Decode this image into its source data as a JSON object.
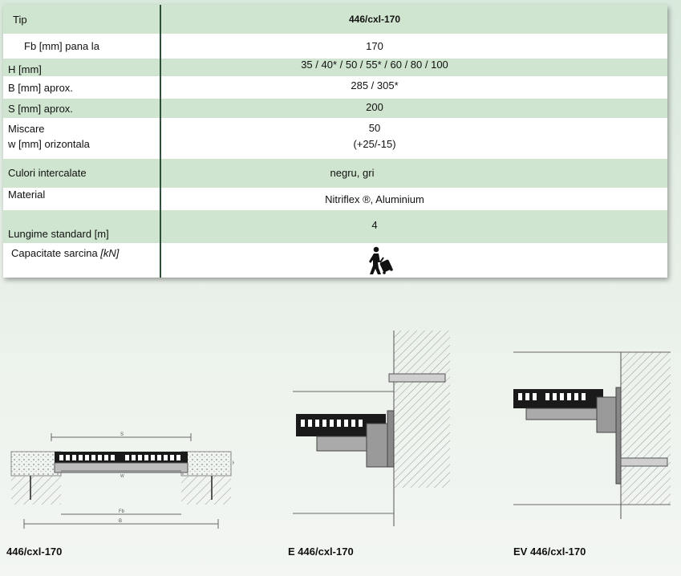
{
  "table": {
    "rows": [
      {
        "label": "Tip",
        "value": "446/cxl-170"
      },
      {
        "label": "Fb [mm] pana la",
        "value": "170"
      },
      {
        "label": "H [mm]",
        "value": "35 / 40* / 50 / 55* / 60 / 80 / 100"
      },
      {
        "label": "B [mm] aprox.",
        "value": "285 / 305*"
      },
      {
        "label": "S [mm] aprox.",
        "value": "200"
      },
      {
        "label_line1": "Miscare",
        "label_line2": "w [mm] orizontala",
        "value_line1": "50",
        "value_line2": "(+25/-15)"
      },
      {
        "label": "Culori intercalate",
        "value": "negru, gri"
      },
      {
        "label": "Material",
        "value": "Nitriflex ®, Aluminium"
      },
      {
        "label": "Lungime standard [m]",
        "value": "4"
      },
      {
        "label_prefix": "Capacitate sarcina ",
        "label_unit": "[kN]",
        "icon": "pedestrian-luggage-icon"
      }
    ]
  },
  "drawings": [
    {
      "caption": "446/cxl-170",
      "dims": {
        "s": "S",
        "w": "W",
        "fb": "Fb",
        "b": "B",
        "h": "H"
      }
    },
    {
      "caption": "E 446/cxl-170"
    },
    {
      "caption": "EV 446/cxl-170"
    }
  ],
  "colors": {
    "row_green": "#cfe5cf",
    "divider": "#2f4f3a",
    "background": "#dfece0"
  }
}
